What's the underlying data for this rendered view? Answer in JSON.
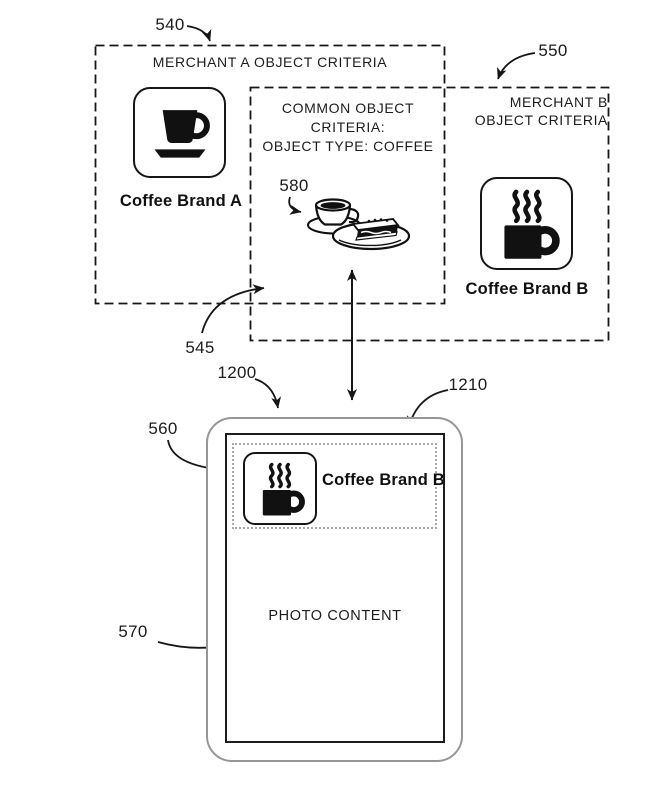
{
  "figure": {
    "refs": {
      "r540": "540",
      "r550": "550",
      "r545": "545",
      "r580": "580",
      "r1200": "1200",
      "r1210": "1210",
      "r560": "560",
      "r570": "570"
    },
    "merchant_a": {
      "title": "MERCHANT A OBJECT CRITERIA",
      "brand": "Coffee Brand A",
      "icon": "coffee-cup-saucer-icon"
    },
    "merchant_b": {
      "title_line1": "MERCHANT B",
      "title_line2": "OBJECT CRITERIA",
      "brand": "Coffee Brand B",
      "icon": "coffee-mug-steam-icon"
    },
    "common": {
      "line1": "COMMON OBJECT",
      "line2": "CRITERIA:",
      "line3": "OBJECT TYPE: COFFEE",
      "illustration": "coffee-and-cake-illustration"
    },
    "photo_frame": {
      "banner_brand": "Coffee Brand B",
      "banner_icon": "coffee-mug-steam-icon",
      "content": "PHOTO CONTENT"
    },
    "colors": {
      "ink": "#111111",
      "frame_outer": "#969696",
      "banner_border": "#a8a8a8",
      "background": "#ffffff"
    }
  }
}
